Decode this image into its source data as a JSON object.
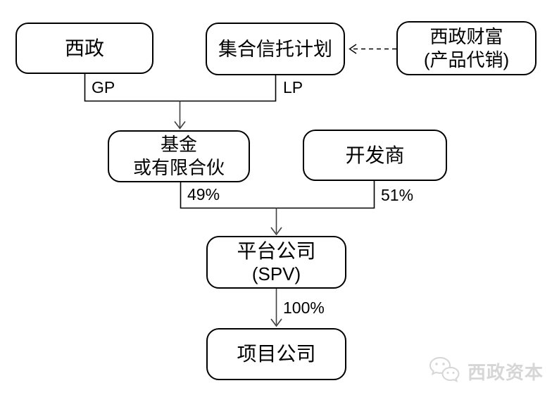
{
  "diagram": {
    "title": "trust-fund-spv-structure",
    "nodes": {
      "xizheng": {
        "label": "西政"
      },
      "trust": {
        "label": "集合信托计划"
      },
      "wealth": {
        "line1": "西政财富",
        "line2": "(产品代销)"
      },
      "fund": {
        "line1": "基金",
        "line2": "或有限合伙"
      },
      "developer": {
        "label": "开发商"
      },
      "spv": {
        "line1": "平台公司",
        "line2": "(SPV)"
      },
      "project": {
        "label": "项目公司"
      }
    },
    "edge_labels": {
      "gp": "GP",
      "lp": "LP",
      "fund_share": "49%",
      "developer_share": "51%",
      "spv_share": "100%"
    },
    "colors": {
      "box_border": "#000000",
      "line": "#000000",
      "arrow": "#404040",
      "watermark": "#d6d6d6"
    }
  },
  "watermark": {
    "text": "西政资本",
    "icon": "wechat-icon"
  }
}
